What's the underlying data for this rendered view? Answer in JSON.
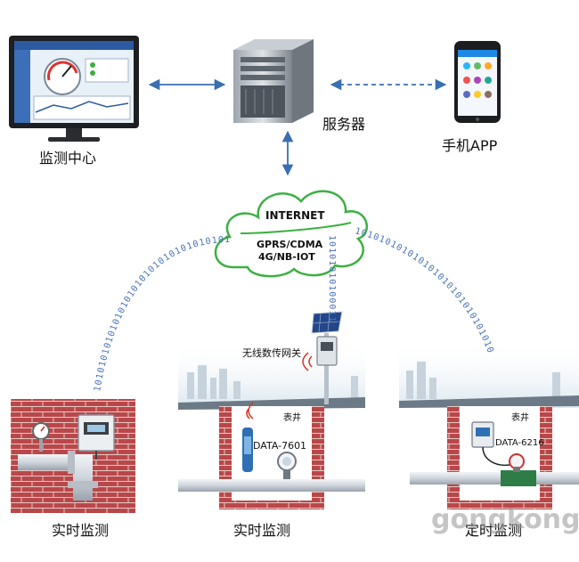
{
  "nodes": {
    "monitoring_center": "监测中心",
    "server": "服务器",
    "mobile_app": "手机APP",
    "gateway": "无线数传网关",
    "site_left": "实时监测",
    "site_middle": "实时监测",
    "site_right": "定时监测",
    "well_middle": "表井",
    "well_right": "表井",
    "device_middle": "DATA-7601",
    "device_right": "DATA-6216"
  },
  "network": {
    "internet": "INTERNET",
    "wireless_line1": "GPRS/CDMA",
    "wireless_line2": "4G/NB-IOT"
  },
  "binary_streams": {
    "left": "1010101010101010101010101010101010101010101",
    "center": "10101010100011",
    "right": "101010101010101010101010101010"
  },
  "watermark": "gongkong",
  "colors": {
    "arrow": "#3a6fb0",
    "cloud_stroke": "#3cb043",
    "binary_text": "#4a73b5",
    "brick": "#b44a4a",
    "pipe": "#d8dde3"
  }
}
